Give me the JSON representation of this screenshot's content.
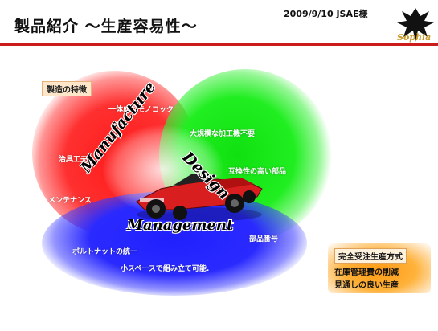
{
  "header": {
    "title": "製品紹介 ～生産容易性～",
    "date_label": "2009/9/10  JSAE様",
    "accent_color": "#cc1b1b",
    "logo_text": "Sophia"
  },
  "diagram": {
    "section_tag": "製造の特徴",
    "red_items": [
      "一体成型モノコック",
      "治具工夫",
      "メンテナンス"
    ],
    "green_items": [
      "大規模な加工機不要",
      "互換性の高い部品"
    ],
    "blue_items": [
      "部品番号",
      "ボルトナットの統一",
      "小スペースで組み立て可能."
    ],
    "words": {
      "manufacture": "Manufacture",
      "design": "Design",
      "management": "Management"
    },
    "colors": {
      "red": "#ff2020",
      "green": "#20e020",
      "blue": "#2020ff",
      "orange": "#ffa020"
    }
  },
  "orange_box": {
    "title": "完全受注生産方式",
    "lines": [
      "在庫管理費の削減",
      "見通しの良い生産"
    ]
  }
}
